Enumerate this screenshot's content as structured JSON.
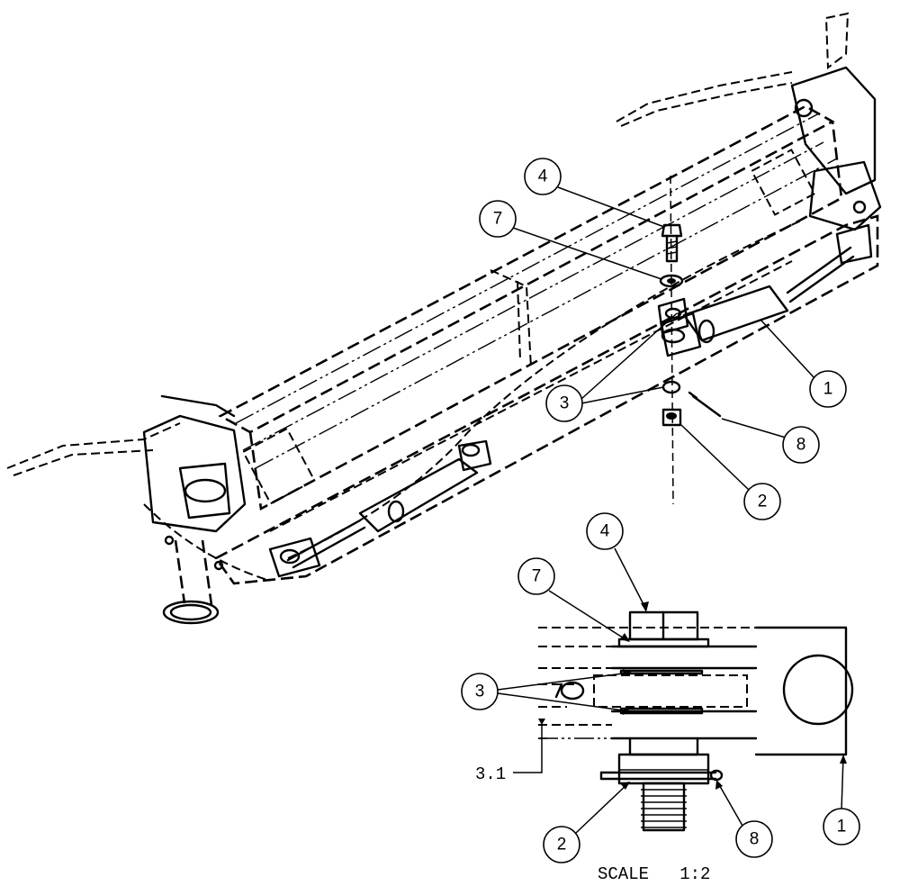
{
  "callouts": {
    "c1": "1",
    "c2": "2",
    "c3": "3",
    "c4": "4",
    "c7": "7",
    "c8": "8"
  },
  "dimension_label": "3.1",
  "scale_label": "SCALE   1:2"
}
